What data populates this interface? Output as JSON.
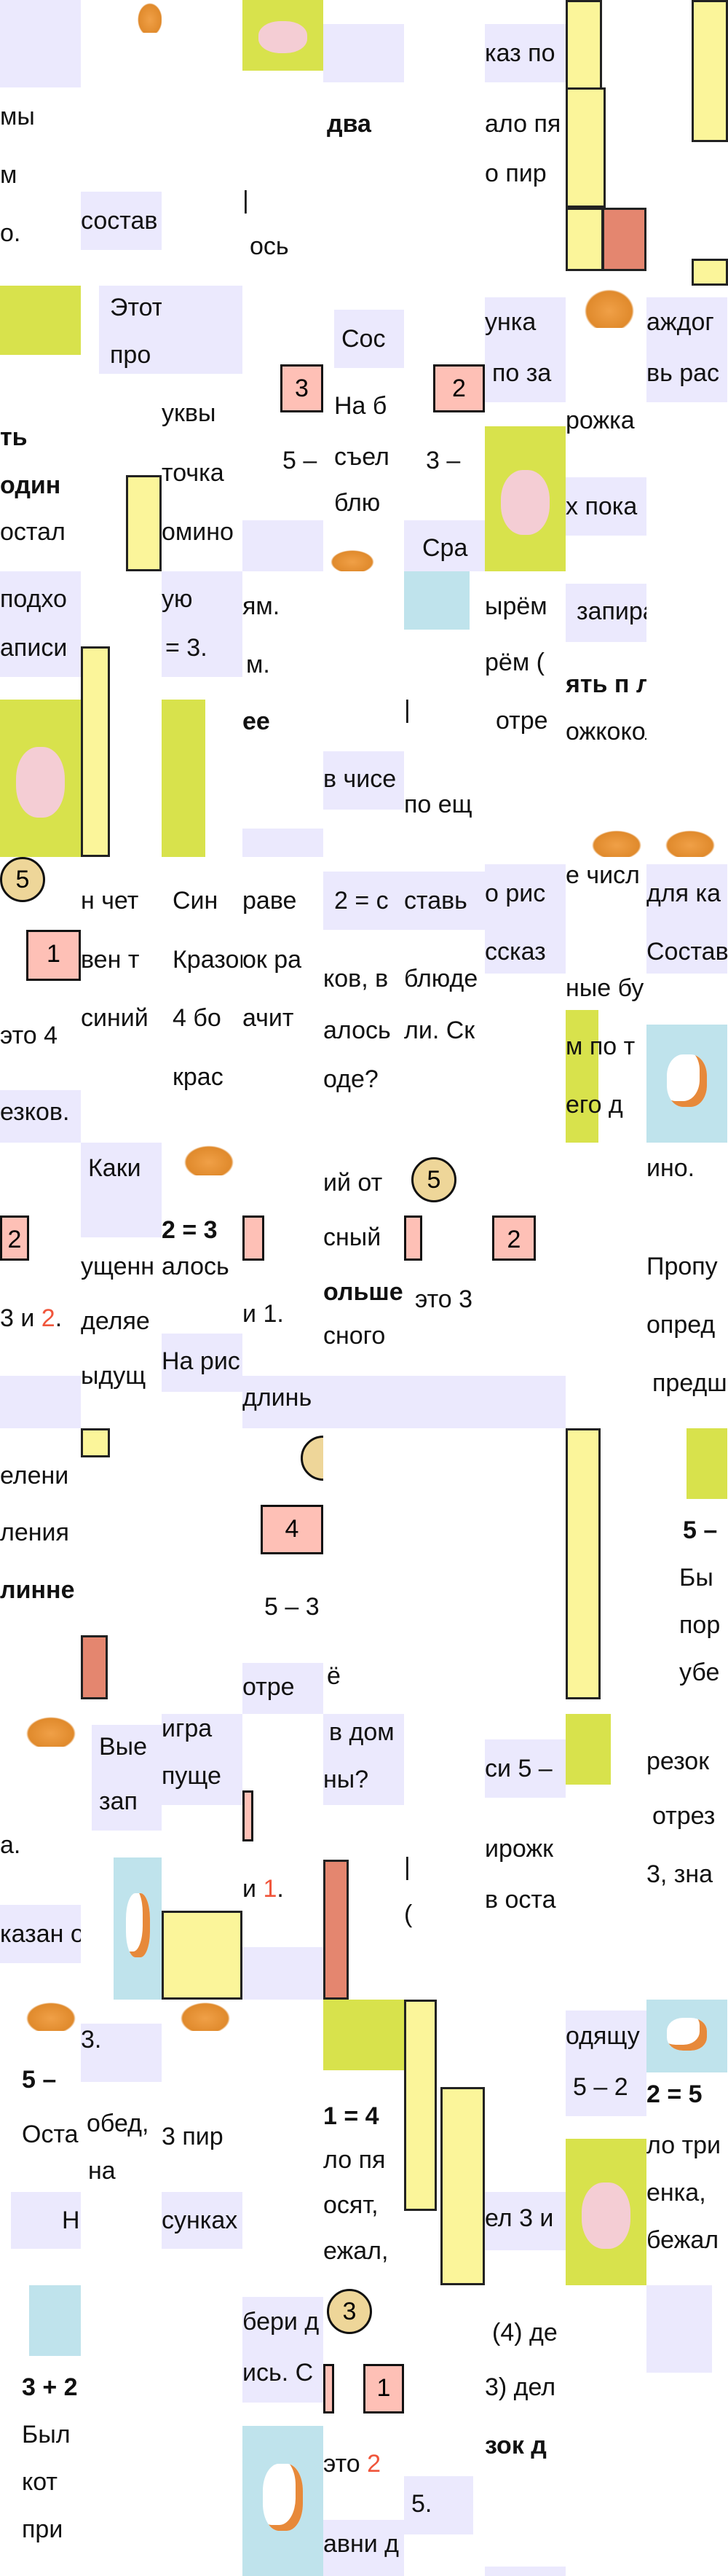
{
  "colors": {
    "lavender": "#ebe9fd",
    "accent_red": "#f0553b",
    "domino_yellow": "#fbf59a",
    "bubble_pink": "#fec0b6",
    "circle_tan": "#eed699",
    "illustration_green": "#d8e24c"
  },
  "tiles": {
    "0-0": {
      "lines": [
        "мы",
        "м",
        "о."
      ]
    },
    "0-1": {
      "lines": [
        "состав"
      ]
    },
    "0-3": {
      "lines": [
        "|",
        "ось"
      ]
    },
    "0-4": {
      "lines": [
        "два"
      ]
    },
    "0-6": {
      "lines": [
        "каз по",
        "ало пя",
        "о пир"
      ]
    },
    "1-0": {
      "lines": [
        "ть",
        "один",
        "остал"
      ]
    },
    "1-1": {
      "lines": [
        "Этот а",
        "про"
      ]
    },
    "1-2": {
      "lines": [
        "уквы",
        "точка",
        "омино"
      ]
    },
    "1-3": {
      "lines": [
        "3",
        "5 –"
      ]
    },
    "1-4": {
      "lines": [
        "Сос",
        "На б",
        "съел",
        "блю"
      ]
    },
    "1-5": {
      "lines": [
        "2",
        "3 –",
        "Сра"
      ]
    },
    "1-6": {
      "lines": [
        "унка",
        "по за"
      ]
    },
    "1-7": {
      "lines": [
        "рожка",
        "х пока"
      ]
    },
    "1-8": {
      "lines": [
        "аждог",
        "вь рас"
      ]
    },
    "2-0": {
      "lines": [
        "подхо",
        "аписи"
      ]
    },
    "2-2": {
      "lines": [
        "ую",
        "= 3."
      ]
    },
    "2-3": {
      "lines": [
        "ям.",
        "м.",
        "ее"
      ]
    },
    "2-4": {
      "lines": [
        "в чисе"
      ]
    },
    "2-5": {
      "lines": [
        "|",
        "по ещ"
      ]
    },
    "2-6": {
      "lines": [
        "ырём",
        "рём (",
        "отре"
      ]
    },
    "2-7": {
      "lines": [
        "запирасск",
        "ять п лежа",
        "ожкоколько"
      ]
    },
    "3-0": {
      "lines": [
        "5",
        "1",
        "это 4",
        "езков."
      ]
    },
    "3-1": {
      "lines": [
        "н чет",
        "вен т",
        "синий"
      ]
    },
    "3-2": {
      "lines": [
        "Син",
        "Кразок",
        "4 бо",
        "крас"
      ]
    },
    "3-3": {
      "lines": [
        "раве",
        "ок ра",
        "ачит"
      ]
    },
    "3-4": {
      "lines": [
        "2 = с",
        "ков, в",
        "алось",
        "оде?"
      ]
    },
    "3-5": {
      "lines": [
        "ставь",
        "блюде",
        "ли. Ск"
      ]
    },
    "3-6": {
      "lines": [
        "о рис",
        "ссказ"
      ]
    },
    "3-7": {
      "lines": [
        "е числ",
        "ные бу",
        "м по т",
        "его д"
      ]
    },
    "3-8": {
      "lines": [
        "для ка",
        "Состав"
      ]
    },
    "4-0": {
      "lines": [
        "2",
        {
          "t": "3 и ",
          "red": "2",
          "tail": "."
        }
      ]
    },
    "4-1": {
      "lines": [
        "Каки",
        "ущенн",
        "деляе",
        "ыдущ"
      ]
    },
    "4-2": {
      "lines": [
        "2 = 3",
        "алось",
        "На рис"
      ]
    },
    "4-3": {
      "lines": [
        "и 1.",
        "длинь"
      ]
    },
    "4-4": {
      "lines": [
        "ий от",
        "сный",
        "ольше",
        "сного"
      ]
    },
    "4-5": {
      "lines": [
        "5",
        "это 3"
      ]
    },
    "4-6": {
      "lines": [
        "2"
      ]
    },
    "4-8": {
      "lines": [
        "ино.",
        "Пропу",
        "опред",
        "предш"
      ]
    },
    "5-0": {
      "lines": [
        "елени",
        "ления",
        "линне"
      ]
    },
    "5-3": {
      "lines": [
        "4",
        "5 – 3",
        "отре"
      ]
    },
    "5-4": {
      "lines": [
        "ё"
      ]
    },
    "5-8": {
      "lines": [
        "5 –",
        "Бы",
        "пор",
        "убе"
      ]
    },
    "6-0": {
      "lines": [
        "а.",
        "казан о"
      ]
    },
    "6-1": {
      "lines": [
        "Вые",
        "зап"
      ]
    },
    "6-2": {
      "lines": [
        "игра",
        "пуще"
      ]
    },
    "6-3": {
      "lines": [
        {
          "t": "и ",
          "red": "1",
          "tail": "."
        }
      ]
    },
    "6-4": {
      "lines": [
        "в дом",
        "ны?"
      ]
    },
    "6-5": {
      "lines": [
        "|",
        "("
      ]
    },
    "6-6": {
      "lines": [
        "си 5 –",
        "ирожк",
        "в оста"
      ]
    },
    "6-8": {
      "lines": [
        "резок",
        "отрез",
        "3, зна"
      ]
    },
    "7-0": {
      "lines": [
        "5 –",
        "Оста",
        "Н"
      ]
    },
    "7-1": {
      "lines": [
        "3.",
        "обед,",
        "на"
      ]
    },
    "7-2": {
      "lines": [
        "3 пир",
        "сунках"
      ]
    },
    "7-4": {
      "lines": [
        "1 = 4",
        "ло пя",
        "осят,",
        "ежал,"
      ]
    },
    "7-6": {
      "lines": [
        "ел 3 и"
      ]
    },
    "7-7": {
      "lines": [
        "одящу",
        "5 – 2"
      ]
    },
    "7-8": {
      "lines": [
        "2 = 5",
        "ло три",
        "енка,",
        "бежал"
      ]
    },
    "8-0": {
      "lines": [
        "3 + 2",
        "Был",
        "кот",
        "при"
      ]
    },
    "8-3": {
      "lines": [
        "бери д",
        "ись. С"
      ]
    },
    "8-4": {
      "lines": [
        "3",
        "1",
        {
          "t": "это ",
          "red": "2",
          "tail": ""
        },
        "авни д"
      ]
    },
    "8-5": {
      "lines": [
        "5."
      ]
    },
    "8-6": {
      "lines": [
        "(4) де",
        "3) дел",
        "зок д"
      ]
    }
  }
}
